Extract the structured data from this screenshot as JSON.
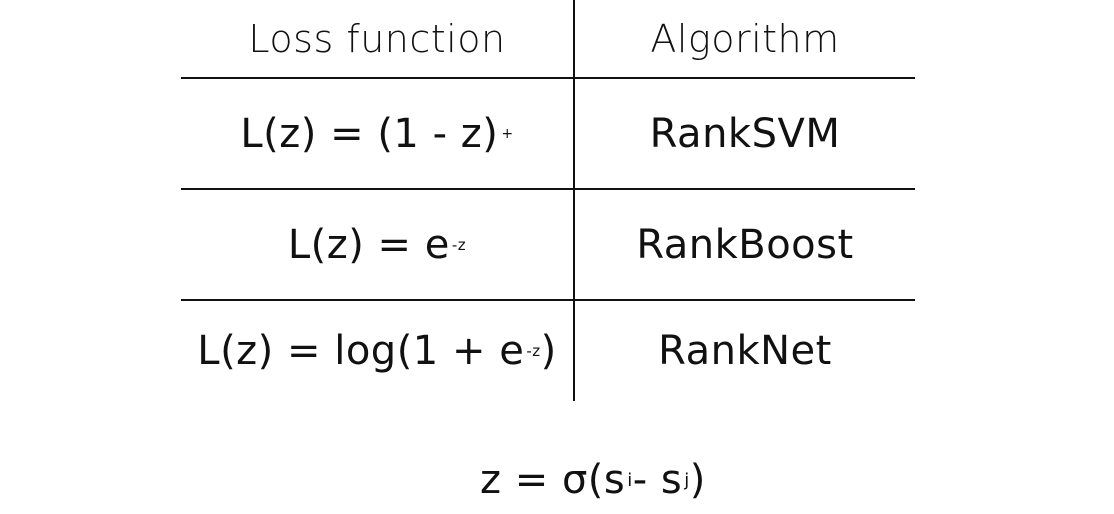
{
  "table": {
    "headers": {
      "loss": "Loss function",
      "algorithm": "Algorithm"
    },
    "rows": [
      {
        "formula_main": "L(z) = (1 - z)",
        "formula_sub": "+",
        "algorithm": "RankSVM"
      },
      {
        "formula_main": "L(z) = e",
        "formula_sup": "-z",
        "algorithm": "RankBoost"
      },
      {
        "formula_main": "L(z) = log(1 + e",
        "formula_sup": "-z",
        "formula_tail": ")",
        "algorithm": "RankNet"
      }
    ]
  },
  "footer": {
    "prefix": "z = σ(s",
    "sub_i": "i",
    "middle": " - s",
    "sub_j": "j",
    "suffix": ")"
  }
}
